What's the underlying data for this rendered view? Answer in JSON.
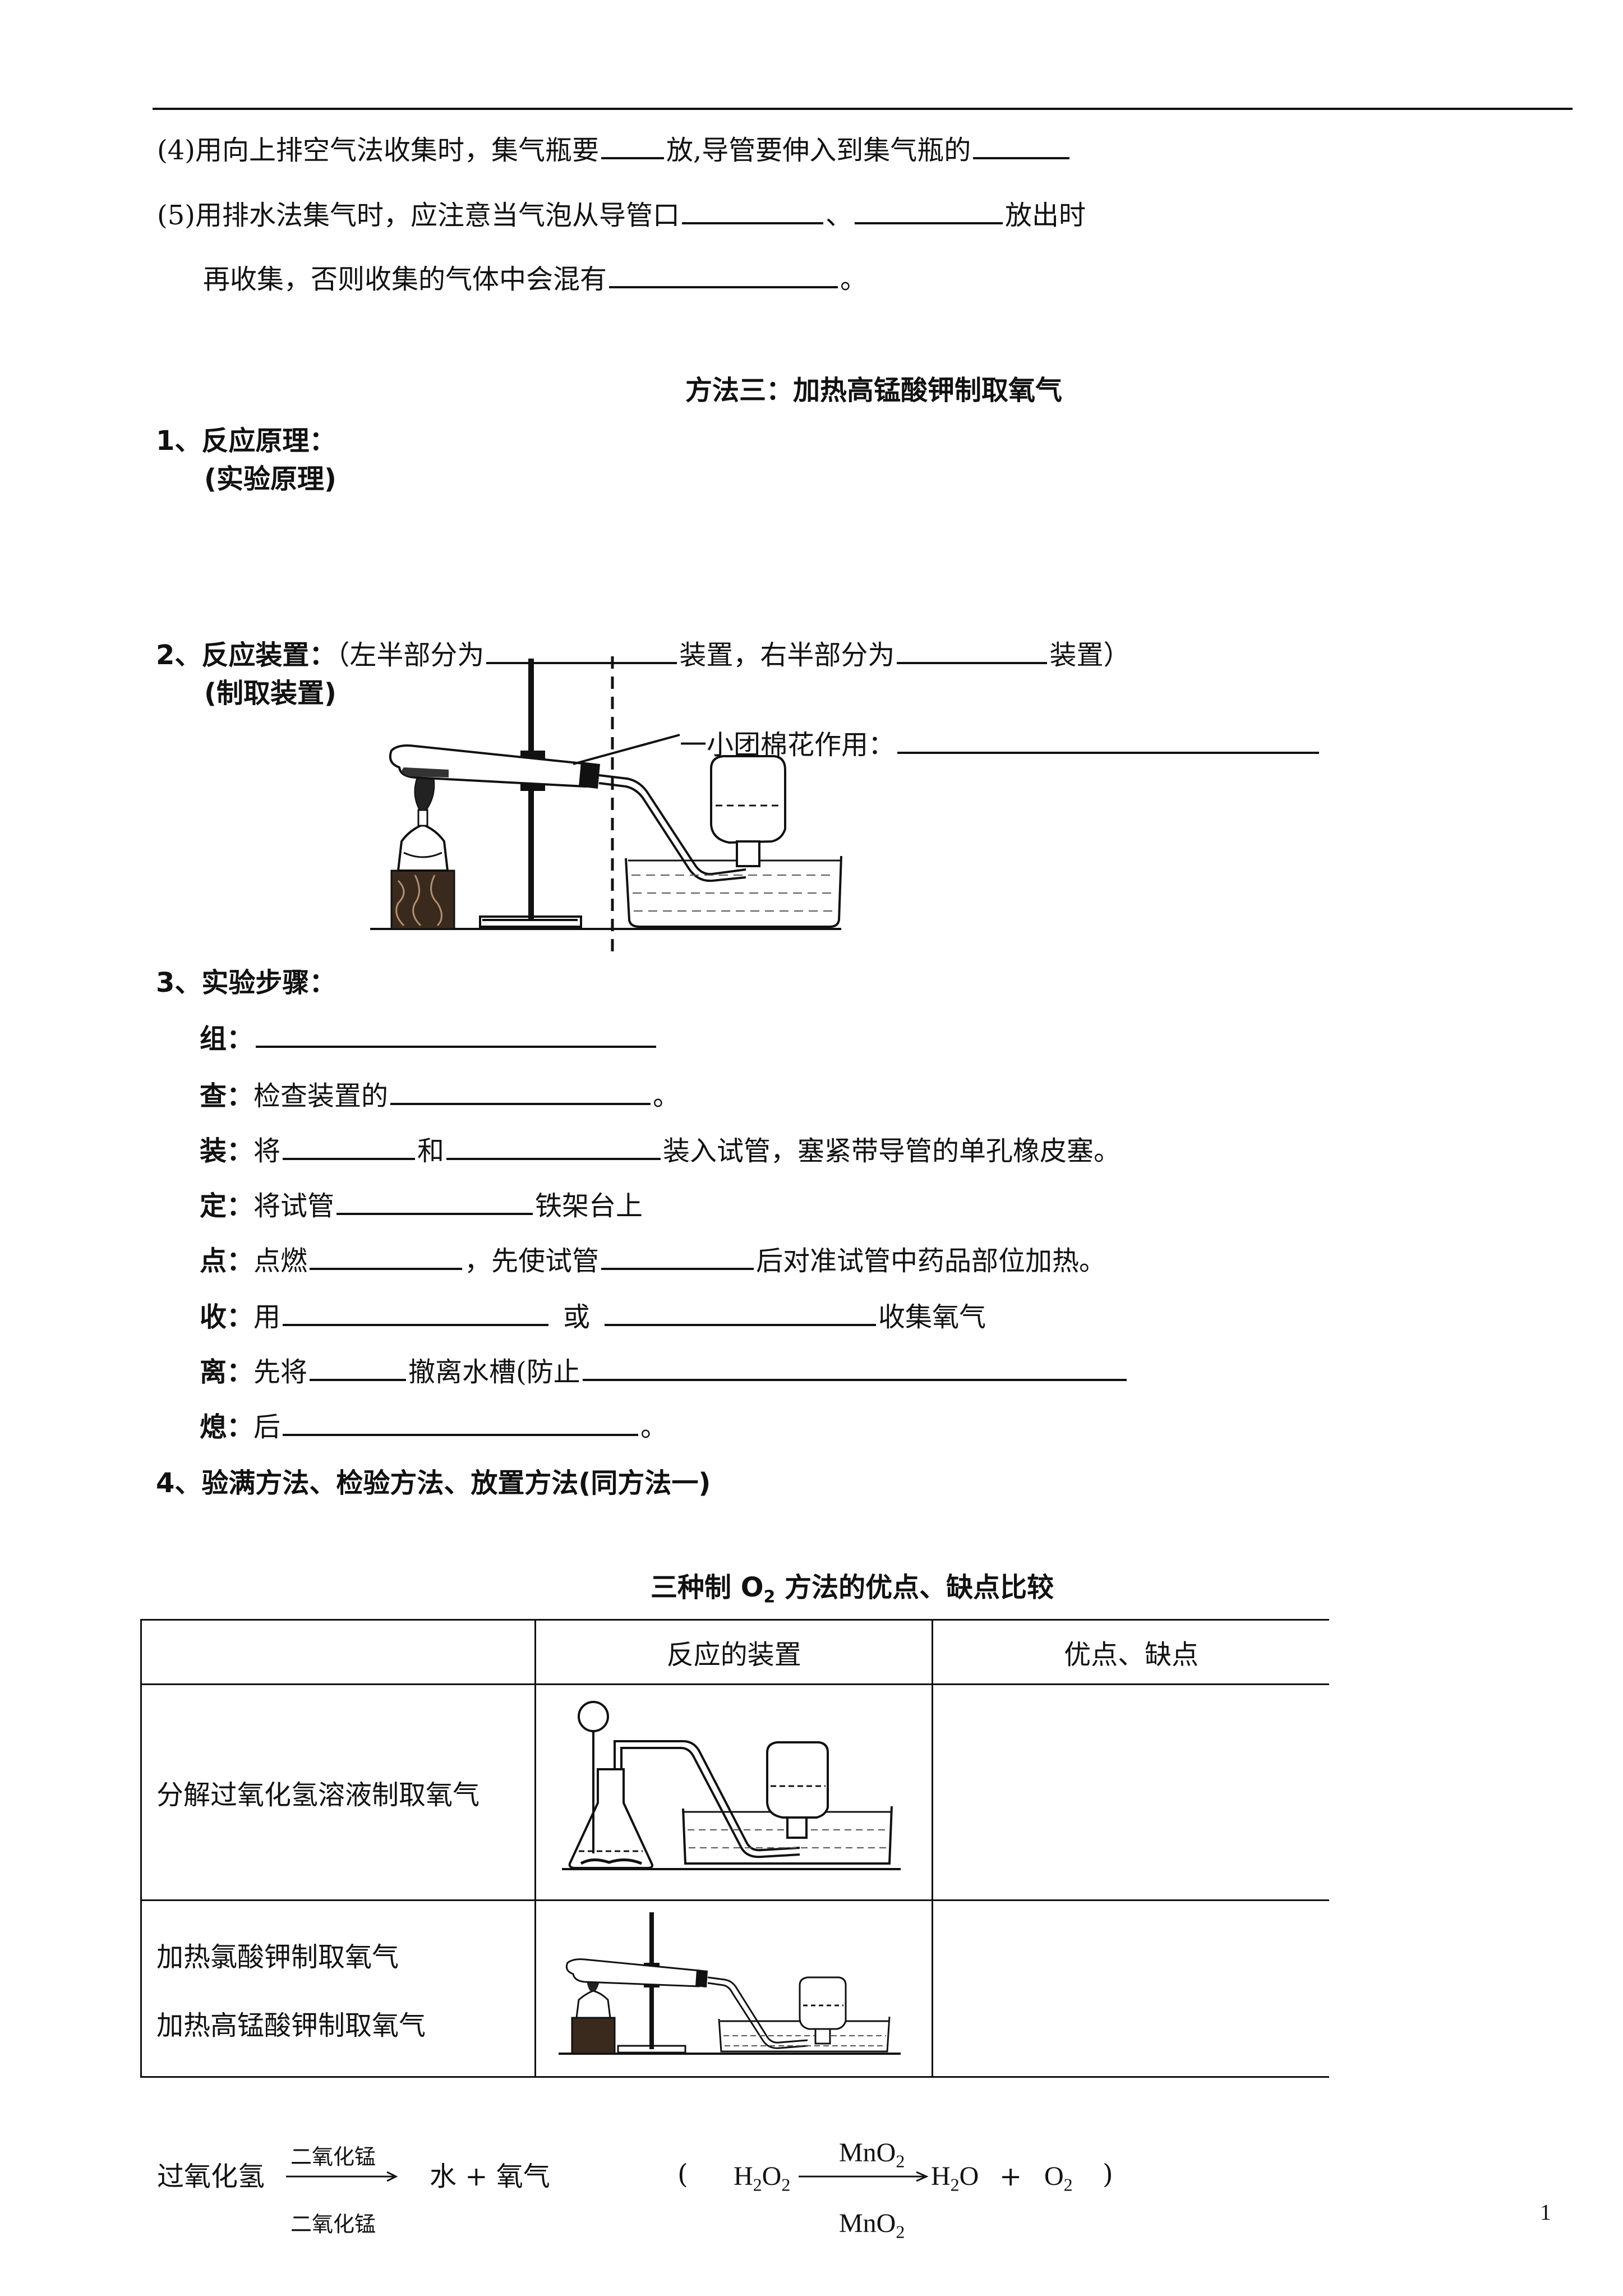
{
  "lines": {
    "l4_a": "(4)用向上排空气法收集时，集气瓶要",
    "l4_b": "放,导管要伸入到集气瓶的",
    "l5_a": "(5)用排水法集气时，应注意当气泡从导管口",
    "l5_b": "、",
    "l5_c": "放出时",
    "l5_d": "再收集，否则收集的气体中会混有",
    "l5_e": "。"
  },
  "method3": {
    "title": "方法三：加热高锰酸钾制取氧气",
    "s1": "1、反应原理：",
    "s1_sub": "(实验原理)",
    "s2_a": "2、反应装置：",
    "s2_b": "（左半部分为",
    "s2_c": "装置，右半部分为",
    "s2_d": "装置）",
    "s2_sub": "(制取装置)",
    "cotton": "一小团棉花作用：",
    "s3": "3、实验步骤：",
    "steps": {
      "zu_k": "组：",
      "cha_k": "查：",
      "cha_t": "检查装置的",
      "cha_e": "。",
      "zhuang_k": "装：",
      "zhuang_t1": "将",
      "zhuang_t2": "和",
      "zhuang_t3": "装入试管，塞紧带导管的单孔橡皮塞。",
      "ding_k": "定：",
      "ding_t1": "将试管",
      "ding_t2": "铁架台上",
      "dian_k": "点：",
      "dian_t1": "点燃",
      "dian_t2": "，先使试管",
      "dian_t3": "后对准试管中药品部位加热。",
      "shou_k": "收：",
      "shou_t1": "用",
      "shou_t2": "或",
      "shou_t3": "收集氧气",
      "li_k": "离：",
      "li_t1": "先将",
      "li_t2": "撤离水槽(防止",
      "xi_k": "熄：",
      "xi_t1": "后",
      "xi_t2": "。"
    },
    "s4": "4、验满方法、检验方法、放置方法(同方法一)"
  },
  "comparison": {
    "title_a": "三种制 O",
    "title_sub": "2",
    "title_b": " 方法的优点、缺点比较",
    "col_device": "反应的装置",
    "col_pros": "优点、缺点",
    "row1": "分解过氧化氢溶液制取氧气",
    "row2_a": "加热氯酸钾制取氧气",
    "row2_b": "加热高锰酸钾制取氧气"
  },
  "equation": {
    "reactant": "过氧化氢",
    "catalyst_top": "二氧化锰",
    "catalyst_bottom": "二氧化锰",
    "products": "水 + 氧气",
    "open": "(",
    "h2o2": "H",
    "h2o2_s1": "2",
    "h2o2_o": "O",
    "h2o2_s2": "2",
    "mno2_top": "MnO",
    "mno2_top_s": "2",
    "h2o": "H",
    "h2o_s": "2",
    "h2o_o": "O",
    "plus": "+",
    "o2": "O",
    "o2_s": "2",
    "close": ")",
    "mno2_bottom": "MnO",
    "mno2_bottom_s": "2"
  },
  "page_number": "1"
}
